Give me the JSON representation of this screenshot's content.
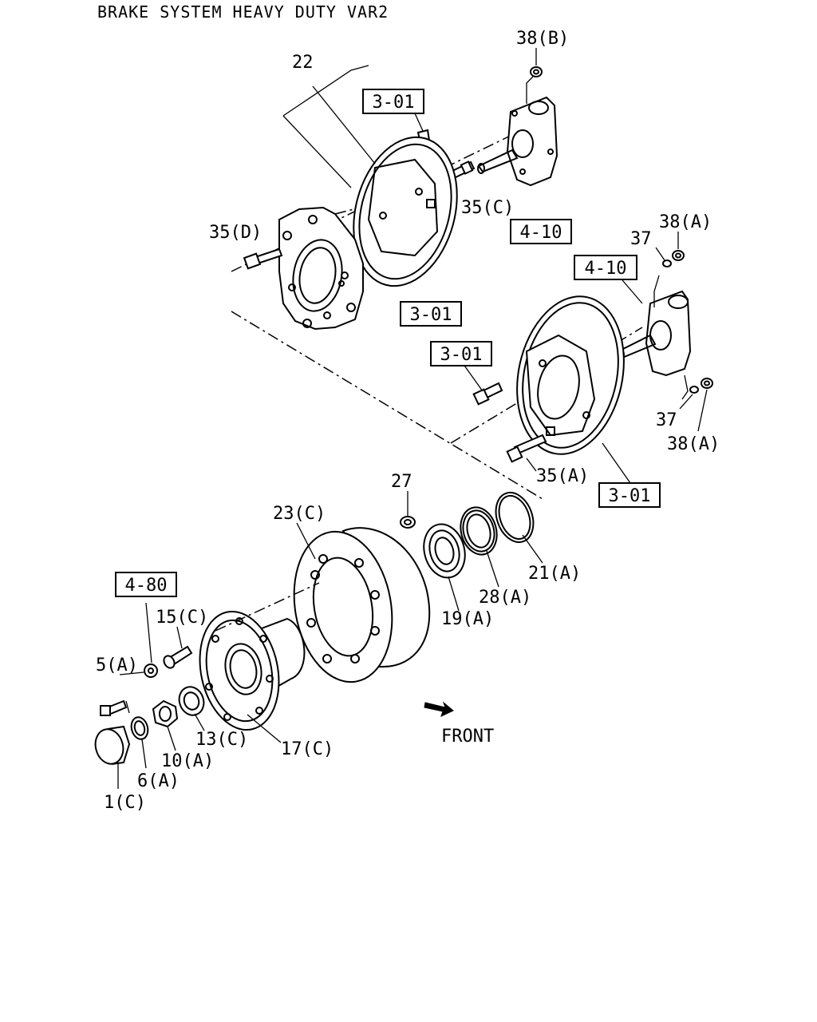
{
  "title": "BRAKE SYSTEM HEAVY DUTY VAR2",
  "front_label": "FRONT",
  "part_labels": {
    "p38b": "38(B)",
    "p22": "22",
    "ref_301_top": "3-01",
    "p35c": "35(C)",
    "ref_410_top": "4-10",
    "p35d": "35(D)",
    "p37_top": "37",
    "p38a_top": "38(A)",
    "ref_410_mid": "4-10",
    "ref_301_mid": "3-01",
    "ref_301_left": "3-01",
    "p37_bot": "37",
    "p38a_bot": "38(A)",
    "p35a": "35(A)",
    "ref_301_bot": "3-01",
    "p27": "27",
    "p23c": "23(C)",
    "p21a": "21(A)",
    "p28a": "28(A)",
    "p19a": "19(A)",
    "ref_480": "4-80",
    "p15c": "15(C)",
    "p5a": "5(A)",
    "p13c": "13(C)",
    "p17c": "17(C)",
    "p10a": "10(A)",
    "p6a": "6(A)",
    "p1c": "1(C)"
  }
}
